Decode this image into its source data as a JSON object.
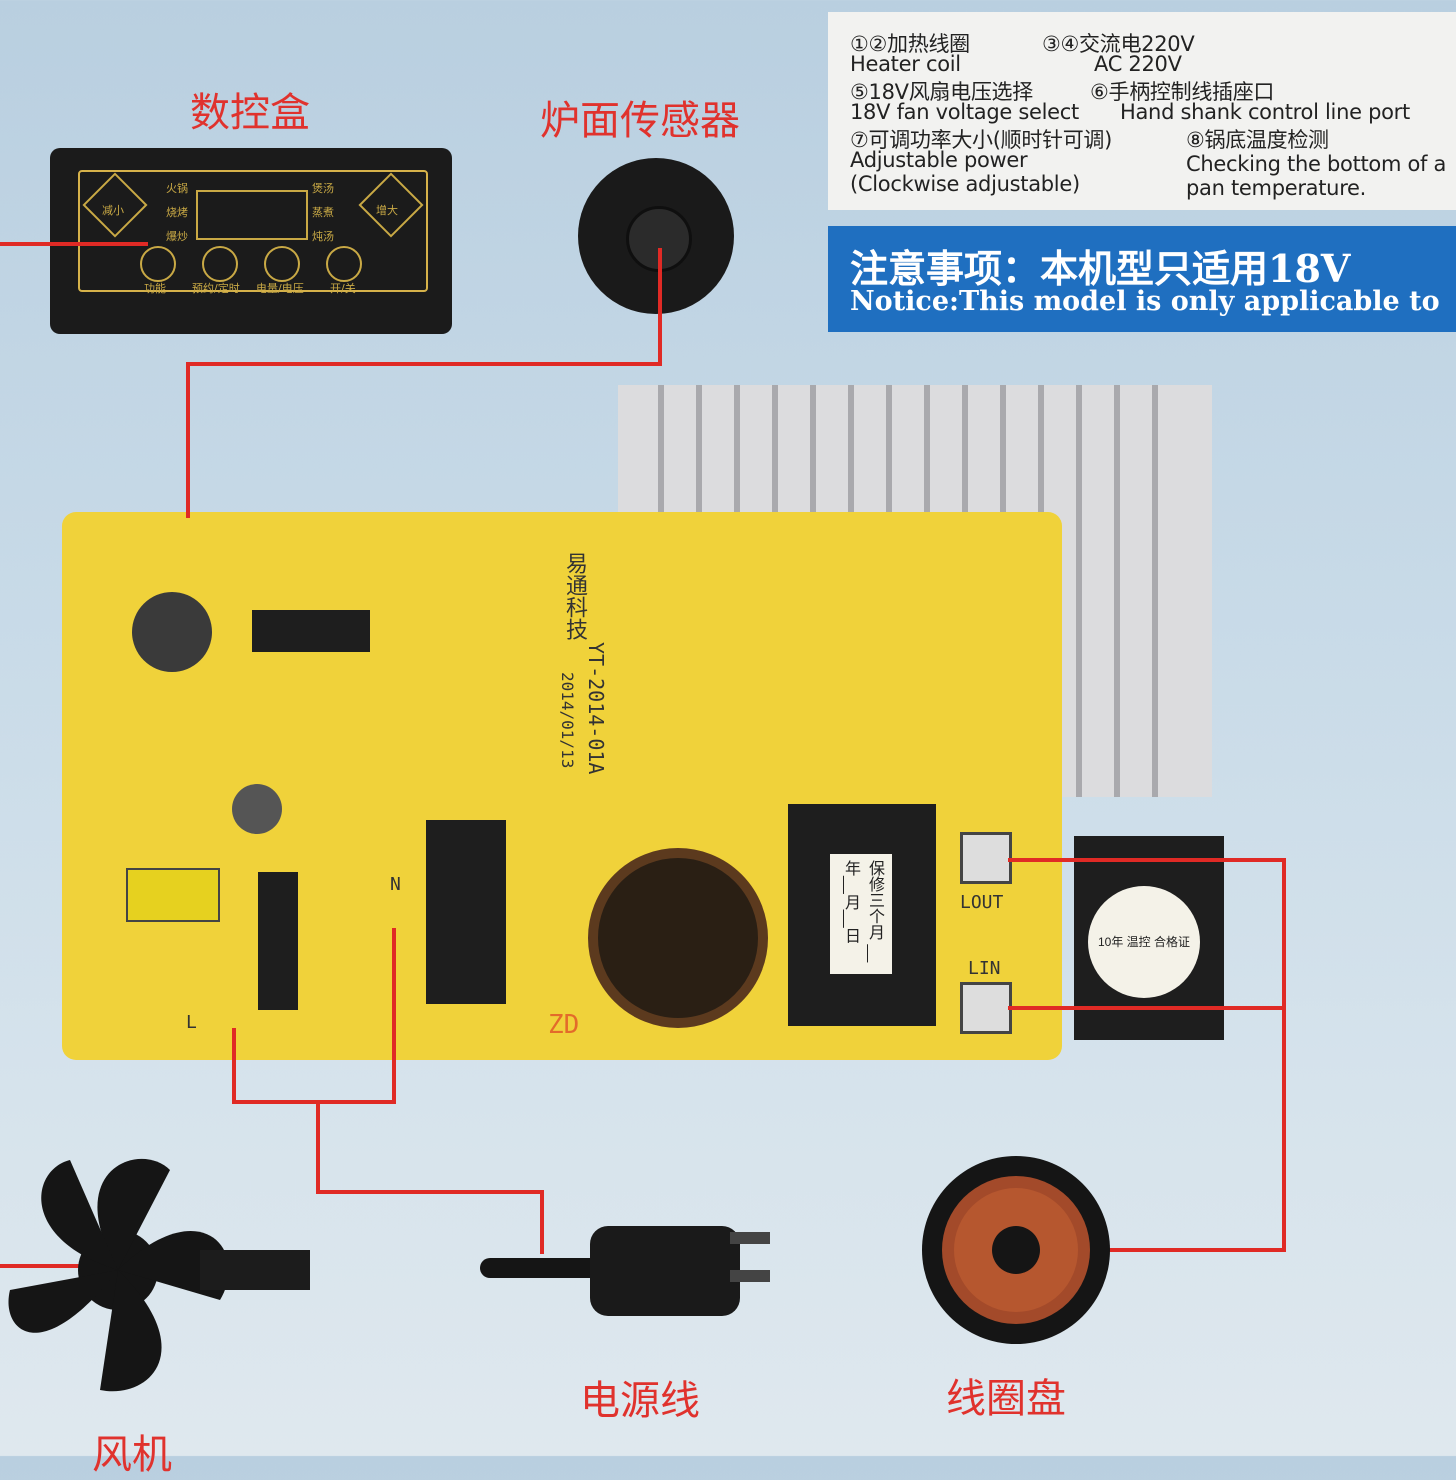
{
  "labels": {
    "control_box": "数控盒",
    "surface_sensor": "炉面传感器",
    "power_cord": "电源线",
    "coil_plate": "线圈盘",
    "fan": "风机"
  },
  "legend": {
    "l1_cn": "①②加热线圈",
    "l1_en": "Heater coil",
    "l2_cn": "③④交流电220V",
    "l2_en": "AC 220V",
    "l3_cn": "⑤18V风扇电压选择",
    "l3_en": "18V fan voltage select",
    "l4_cn": "⑥手柄控制线插座口",
    "l4_en": "Hand shank control line port",
    "l5_cn": "⑦可调功率大小(顺时针可调)",
    "l5_en1": "Adjustable power",
    "l5_en2": "(Clockwise adjustable)",
    "l6_cn": "⑧锅底温度检测",
    "l6_en1": "Checking the bottom of a",
    "l6_en2": "pan temperature."
  },
  "notice": {
    "cn": "注意事项：本机型只适用18V",
    "en": "Notice:This model is only applicable to"
  },
  "control_panel": {
    "btn_left": "减小",
    "btn_right": "增大",
    "modes_left": [
      "火锅",
      "烧烤",
      "爆炒"
    ],
    "modes_right": [
      "煲汤",
      "蒸煮",
      "炖汤"
    ],
    "bottom": [
      "功能",
      "预约/定时",
      "电量/电压",
      "开/关"
    ]
  },
  "pcb": {
    "brand": "易通科技",
    "model": "YT-2014-01A",
    "date": "2014/01/13",
    "warranty_sticker": "保修三个月 __年__月__日",
    "lout": "LOUT",
    "lin": "LIN",
    "n_mark": "N",
    "l_mark": "L",
    "zd": "ZD",
    "relay_text": "10年 温控 合格证"
  },
  "colors": {
    "wire": "#e02a25",
    "pcb": "#f0d23a",
    "label_red": "#e0322d",
    "notice_bg": "#1f6fc0"
  }
}
